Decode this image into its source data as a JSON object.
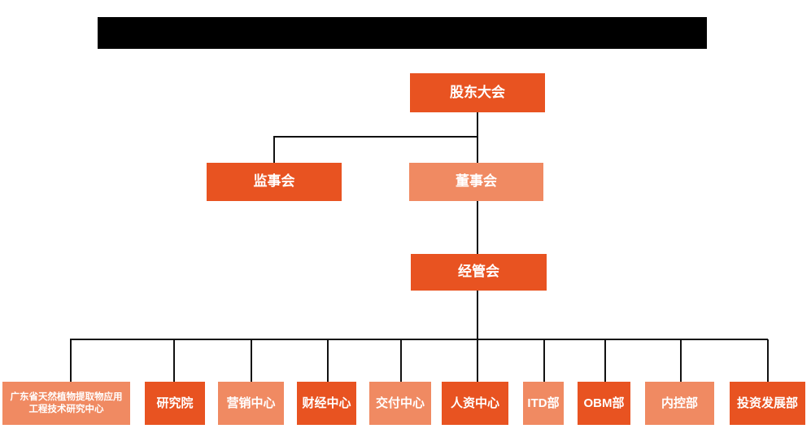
{
  "page": {
    "redacted_title": ""
  },
  "org_chart": {
    "nodes": {
      "shareholders": {
        "label": "股东大会"
      },
      "supervisory": {
        "label": "监事会"
      },
      "board": {
        "label": "董事会"
      },
      "management": {
        "label": "经管会"
      }
    },
    "departments": [
      {
        "label": "广东省天然植物提取物应用工程技术研究中心",
        "tone": "light"
      },
      {
        "label": "研究院",
        "tone": "dark"
      },
      {
        "label": "营销中心",
        "tone": "light"
      },
      {
        "label": "财经中心",
        "tone": "dark"
      },
      {
        "label": "交付中心",
        "tone": "light"
      },
      {
        "label": "人资中心",
        "tone": "dark"
      },
      {
        "label": "ITD部",
        "tone": "light"
      },
      {
        "label": "OBM部",
        "tone": "dark"
      },
      {
        "label": "内控部",
        "tone": "light"
      },
      {
        "label": "投资发展部",
        "tone": "dark"
      }
    ],
    "hierarchy": {
      "root": "股东大会",
      "children_of_root": [
        "监事会",
        "董事会"
      ],
      "child_of_board": "经管会",
      "children_of_management": [
        "广东省天然植物提取物应用工程技术研究中心",
        "研究院",
        "营销中心",
        "财经中心",
        "交付中心",
        "人资中心",
        "ITD部",
        "OBM部",
        "内控部",
        "投资发展部"
      ]
    },
    "colors": {
      "primary_orange": "#E85321",
      "secondary_salmon": "#F08A62",
      "connector_line": "#111111",
      "node_text": "#FFFFFF",
      "redaction_bar": "#000000",
      "background": "#FFFFFF"
    }
  }
}
